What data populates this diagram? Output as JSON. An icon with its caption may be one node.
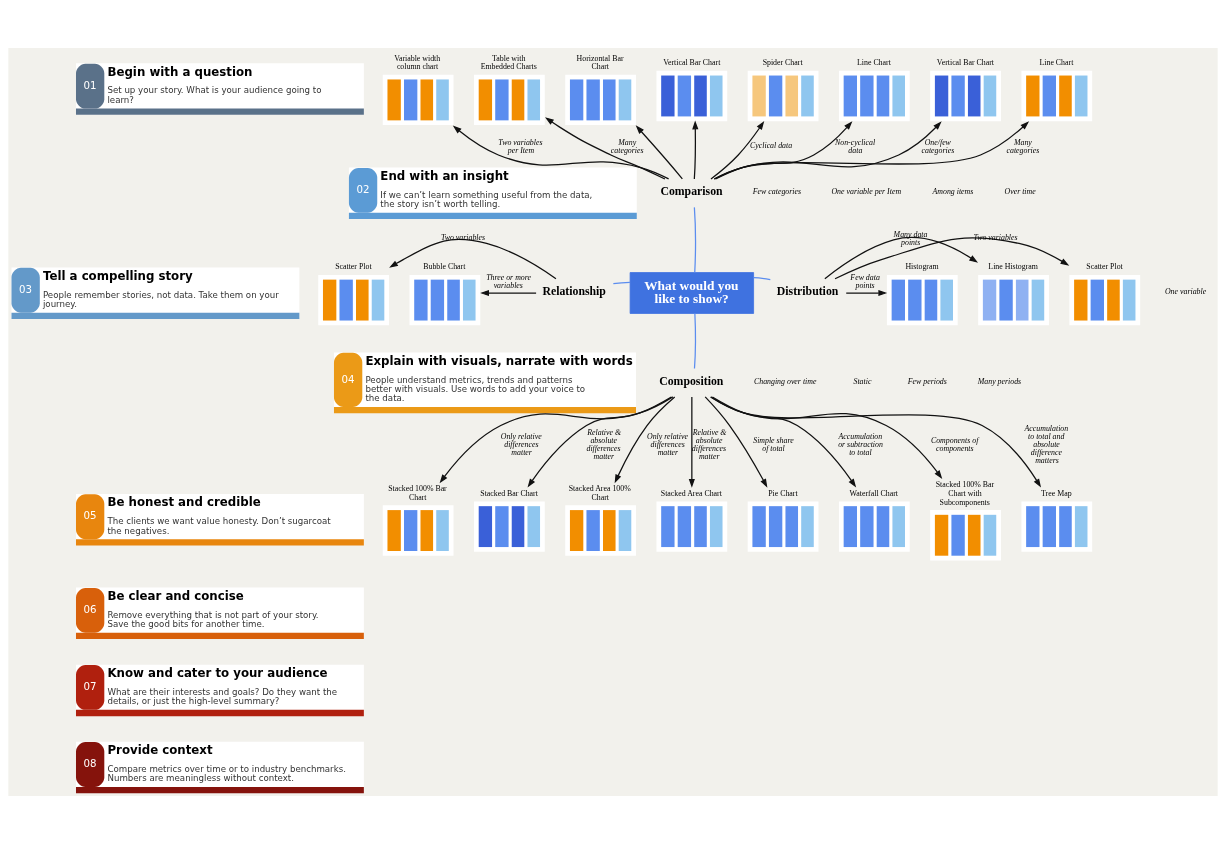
{
  "diagram": {
    "nodes": [
      {
        "text": [
          "01",
          "Begin with a question",
          "Set up your story. What is your audience going to learn?"
        ]
      },
      {
        "text": [
          "02",
          "End with an insight",
          "If we can’t learn something useful from the data, the story isn’t worth telling."
        ]
      },
      {
        "text": [
          "03",
          "Tell a compelling story",
          "People remember stories, not data. Take them on your journey."
        ]
      },
      {
        "text": [
          "04",
          "Explain with visuals, narrate with words",
          "People understand metrics, trends and patterns better with visuals. Use words to add your voice to the data."
        ]
      },
      {
        "text": [
          "05",
          "Be honest and credible",
          "The clients we want value honesty. Don’t sugarcoat the negatives."
        ]
      },
      {
        "text": [
          "06",
          "Be clear and concise",
          "Remove everything that is not part of your story. Save the good bits for another time."
        ]
      },
      {
        "text": [
          "07",
          "Know and cater to your audience",
          "What are their interests and goals? Do they want the details, or just the high-level summary?"
        ]
      },
      {
        "text": [
          "08",
          "Provide context",
          "Compare metrics over time or to industry benchmarks. Numbers are meaningless without context."
        ]
      },
      {
        "text": [
          "What would you like to show?"
        ]
      },
      {
        "text": [
          "Comparison"
        ]
      },
      {
        "text": [
          "Relationship"
        ]
      },
      {
        "text": [
          "Distribution"
        ]
      },
      {
        "text": [
          "Composition"
        ]
      },
      {
        "text": [
          "Variable width column chart"
        ]
      },
      {
        "text": [
          "Table with Embedded Charts"
        ]
      },
      {
        "text": [
          "Horizontal Bar Chart"
        ]
      },
      {
        "text": [
          "Vertical Bar Chart"
        ]
      },
      {
        "text": [
          "Spider Chart"
        ]
      },
      {
        "text": [
          "Line Chart"
        ]
      },
      {
        "text": [
          "Vertical Bar Chart"
        ]
      },
      {
        "text": [
          "Line Chart"
        ]
      },
      {
        "text": [
          "Scatter Plot"
        ]
      },
      {
        "text": [
          "Bubble Chart"
        ]
      },
      {
        "text": [
          "Histogram"
        ]
      },
      {
        "text": [
          "Line Histogram"
        ]
      },
      {
        "text": [
          "Scatter Plot"
        ]
      },
      {
        "text": [
          "Stacked 100% Bar Chart"
        ]
      },
      {
        "text": [
          "Stacked Bar Chart"
        ]
      },
      {
        "text": [
          "Stacked Area 100% Chart"
        ]
      },
      {
        "text": [
          "Stacked Area Chart"
        ]
      },
      {
        "text": [
          "Pie Chart"
        ]
      },
      {
        "text": [
          "Waterfall Chart"
        ]
      },
      {
        "text": [
          "Stacked 100% Bar Chart with Subcomponents"
        ]
      },
      {
        "text": [
          "Tree Map"
        ]
      }
    ],
    "edges": [
      {
        "from": 8,
        "to": 9,
        "arrow": "none",
        "color": "#5b8def"
      },
      {
        "from": 8,
        "to": 10,
        "arrow": "none",
        "color": "#5b8def"
      },
      {
        "from": 8,
        "to": 11,
        "arrow": "none",
        "color": "#5b8def"
      },
      {
        "from": 8,
        "to": 12,
        "arrow": "none",
        "color": "#5b8def"
      },
      {
        "from": 9,
        "to": 13,
        "arrow": "to",
        "label": "Two variables per Item"
      },
      {
        "from": 9,
        "to": 14,
        "arrow": "to",
        "label": "Many categories"
      },
      {
        "from": 9,
        "to": 15,
        "arrow": "to"
      },
      {
        "from": 9,
        "to": 16,
        "arrow": "to"
      },
      {
        "from": 9,
        "to": 17,
        "arrow": "to",
        "label": "Cyclical data"
      },
      {
        "from": 9,
        "to": 18,
        "arrow": "to",
        "label": "Non-cyclical data"
      },
      {
        "from": 9,
        "to": 19,
        "arrow": "to",
        "label": "One/few categories"
      },
      {
        "from": 9,
        "to": 20,
        "arrow": "to",
        "label": "Many categories"
      },
      {
        "from": 10,
        "to": 21,
        "arrow": "to",
        "label": "Two variables"
      },
      {
        "from": 10,
        "to": 22,
        "arrow": "to",
        "label": "Three or more variables"
      },
      {
        "from": 11,
        "to": 23,
        "arrow": "to",
        "label": "Few data points"
      },
      {
        "from": 11,
        "to": 24,
        "arrow": "to",
        "label": "Many data points"
      },
      {
        "from": 11,
        "to": 25,
        "arrow": "to",
        "label": "Two variables"
      },
      {
        "from": 12,
        "to": 26,
        "arrow": "to",
        "label": "Only relative differences matter"
      },
      {
        "from": 12,
        "to": 27,
        "arrow": "to",
        "label": "Relative & absolute differences matter"
      },
      {
        "from": 12,
        "to": 28,
        "arrow": "to",
        "label": "Only relative differences matter"
      },
      {
        "from": 12,
        "to": 29,
        "arrow": "to",
        "label": "Relative & absolute differences matter"
      },
      {
        "from": 12,
        "to": 30,
        "arrow": "to",
        "label": "Simple share of total"
      },
      {
        "from": 12,
        "to": 31,
        "arrow": "to",
        "label": "Accumulation or subtraction to total"
      },
      {
        "from": 12,
        "to": 32,
        "arrow": "to",
        "label": "Components of components"
      },
      {
        "from": 12,
        "to": 33,
        "arrow": "to",
        "label": "Accumulation to total and absolute difference matters"
      }
    ],
    "labels": [
      "Few categories",
      "One variable per Item",
      "Among items",
      "Over time",
      "One variable",
      "Changing over time",
      "Static",
      "Few periods",
      "Many periods"
    ]
  }
}
